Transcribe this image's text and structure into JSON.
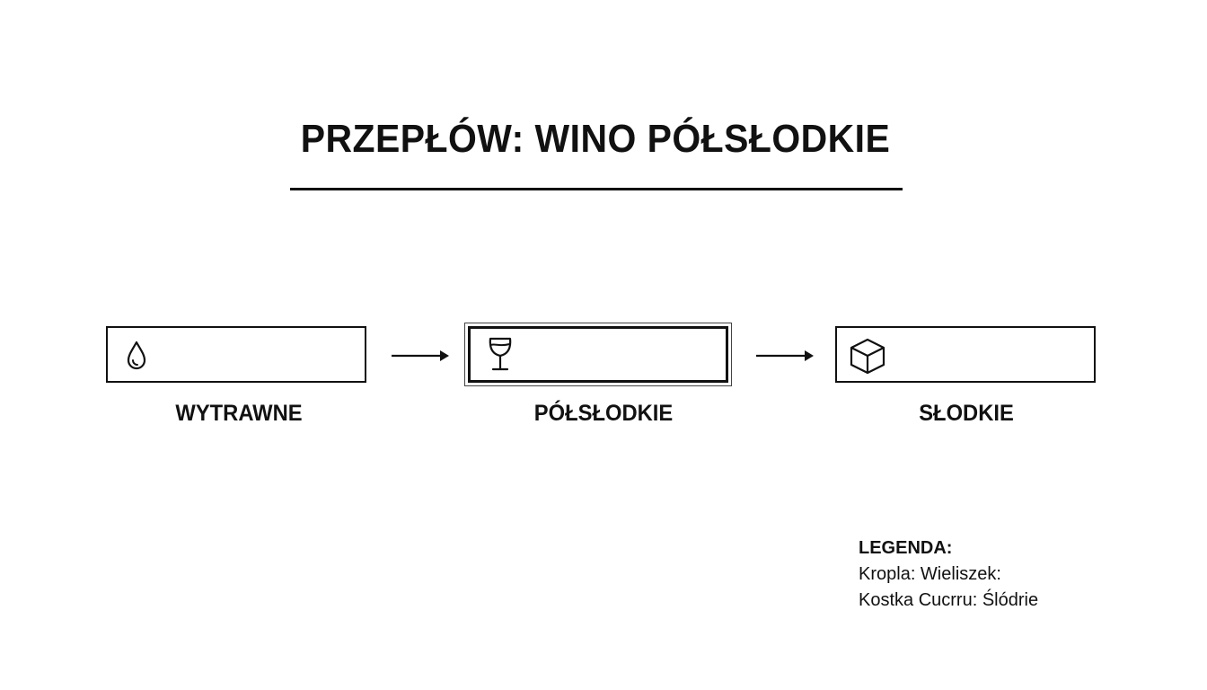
{
  "title": "PRZEPŁÓW: WINO PÓŁSŁODKIE",
  "stages": [
    {
      "label": "WYTRAWNE",
      "icon": "droplet-icon",
      "active": false
    },
    {
      "label": "PÓŁSŁODKIE",
      "icon": "wine-glass-icon",
      "active": true
    },
    {
      "label": "SŁODKIE",
      "icon": "sugar-cube-icon",
      "active": false
    }
  ],
  "legend": {
    "title": "LEGENDA:",
    "lines": [
      "Kropla: Wieliszek:",
      "Kostka Cucrru: Ślódrie"
    ]
  }
}
